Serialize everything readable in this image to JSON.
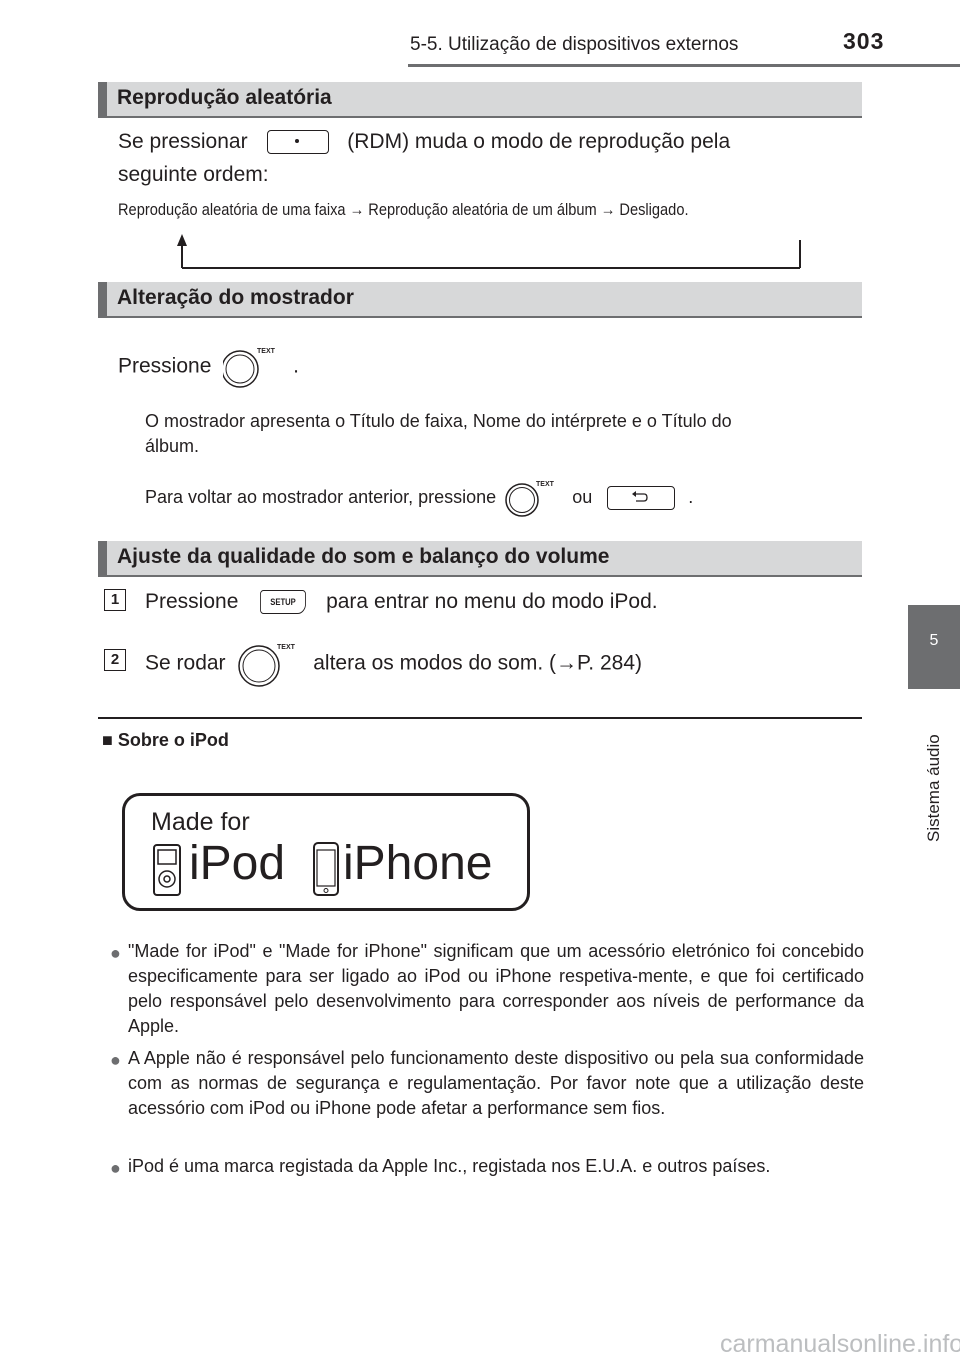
{
  "header": {
    "section": "5-5. Utilização de dispositivos externos",
    "page_number": "303"
  },
  "tab": {
    "chapter_number": "5",
    "chapter_title": "Sistema áudio"
  },
  "sections": {
    "random": {
      "title": "Reprodução aleatória",
      "text_before": "Se pressionar",
      "text_after": "(RDM) muda o modo de reprodução pela",
      "text_line2": "seguinte ordem:",
      "order": "Reprodução aleatória de uma faixa → Reprodução aleatória de um álbum → Desligado."
    },
    "display": {
      "title": "Alteração do mostrador",
      "press": "Pressione",
      "press_end": ".",
      "info1": "O mostrador apresenta o Título de faixa, Nome do intérprete e o Título do",
      "info1b": "álbum.",
      "info2_a": "Para voltar ao mostrador anterior, pressione",
      "info2_b": "ou",
      "info2_c": "."
    },
    "sound": {
      "title": "Ajuste da qualidade do som e balanço do volume",
      "step1_num": "1",
      "step1_a": "Pressione",
      "step1_b": "para entrar no menu do modo iPod.",
      "step2_num": "2",
      "step2_a": "Se rodar",
      "step2_b": "altera os modos do som. (→P. 284)"
    }
  },
  "knob_label": "TEXT",
  "setup_label": "SETUP",
  "about": {
    "heading": "■ Sobre o iPod",
    "logo": {
      "made_for": "Made for",
      "ipod": "iPod",
      "iphone": "iPhone"
    },
    "bullets": [
      "\"Made for iPod\" e \"Made for iPhone\" significam que um acessório eletrónico foi concebido especificamente para ser ligado ao iPod ou iPhone respetiva-mente, e que foi certificado pelo responsável pelo desenvolvimento para corresponder aos níveis de performance da Apple.",
      "A Apple não é responsável pelo funcionamento deste dispositivo ou pela sua conformidade com as normas de segurança e regulamentação. Por favor note que a utilização deste acessório com iPod ou iPhone pode afetar a performance sem fios.",
      "iPod é uma marca registada da Apple Inc., registada nos E.U.A. e outros países."
    ]
  },
  "watermark": "carmanualsonline.info",
  "colors": {
    "bar_bg": "#d7d8d9",
    "bar_accent": "#6d6e70",
    "text": "#231f20"
  }
}
